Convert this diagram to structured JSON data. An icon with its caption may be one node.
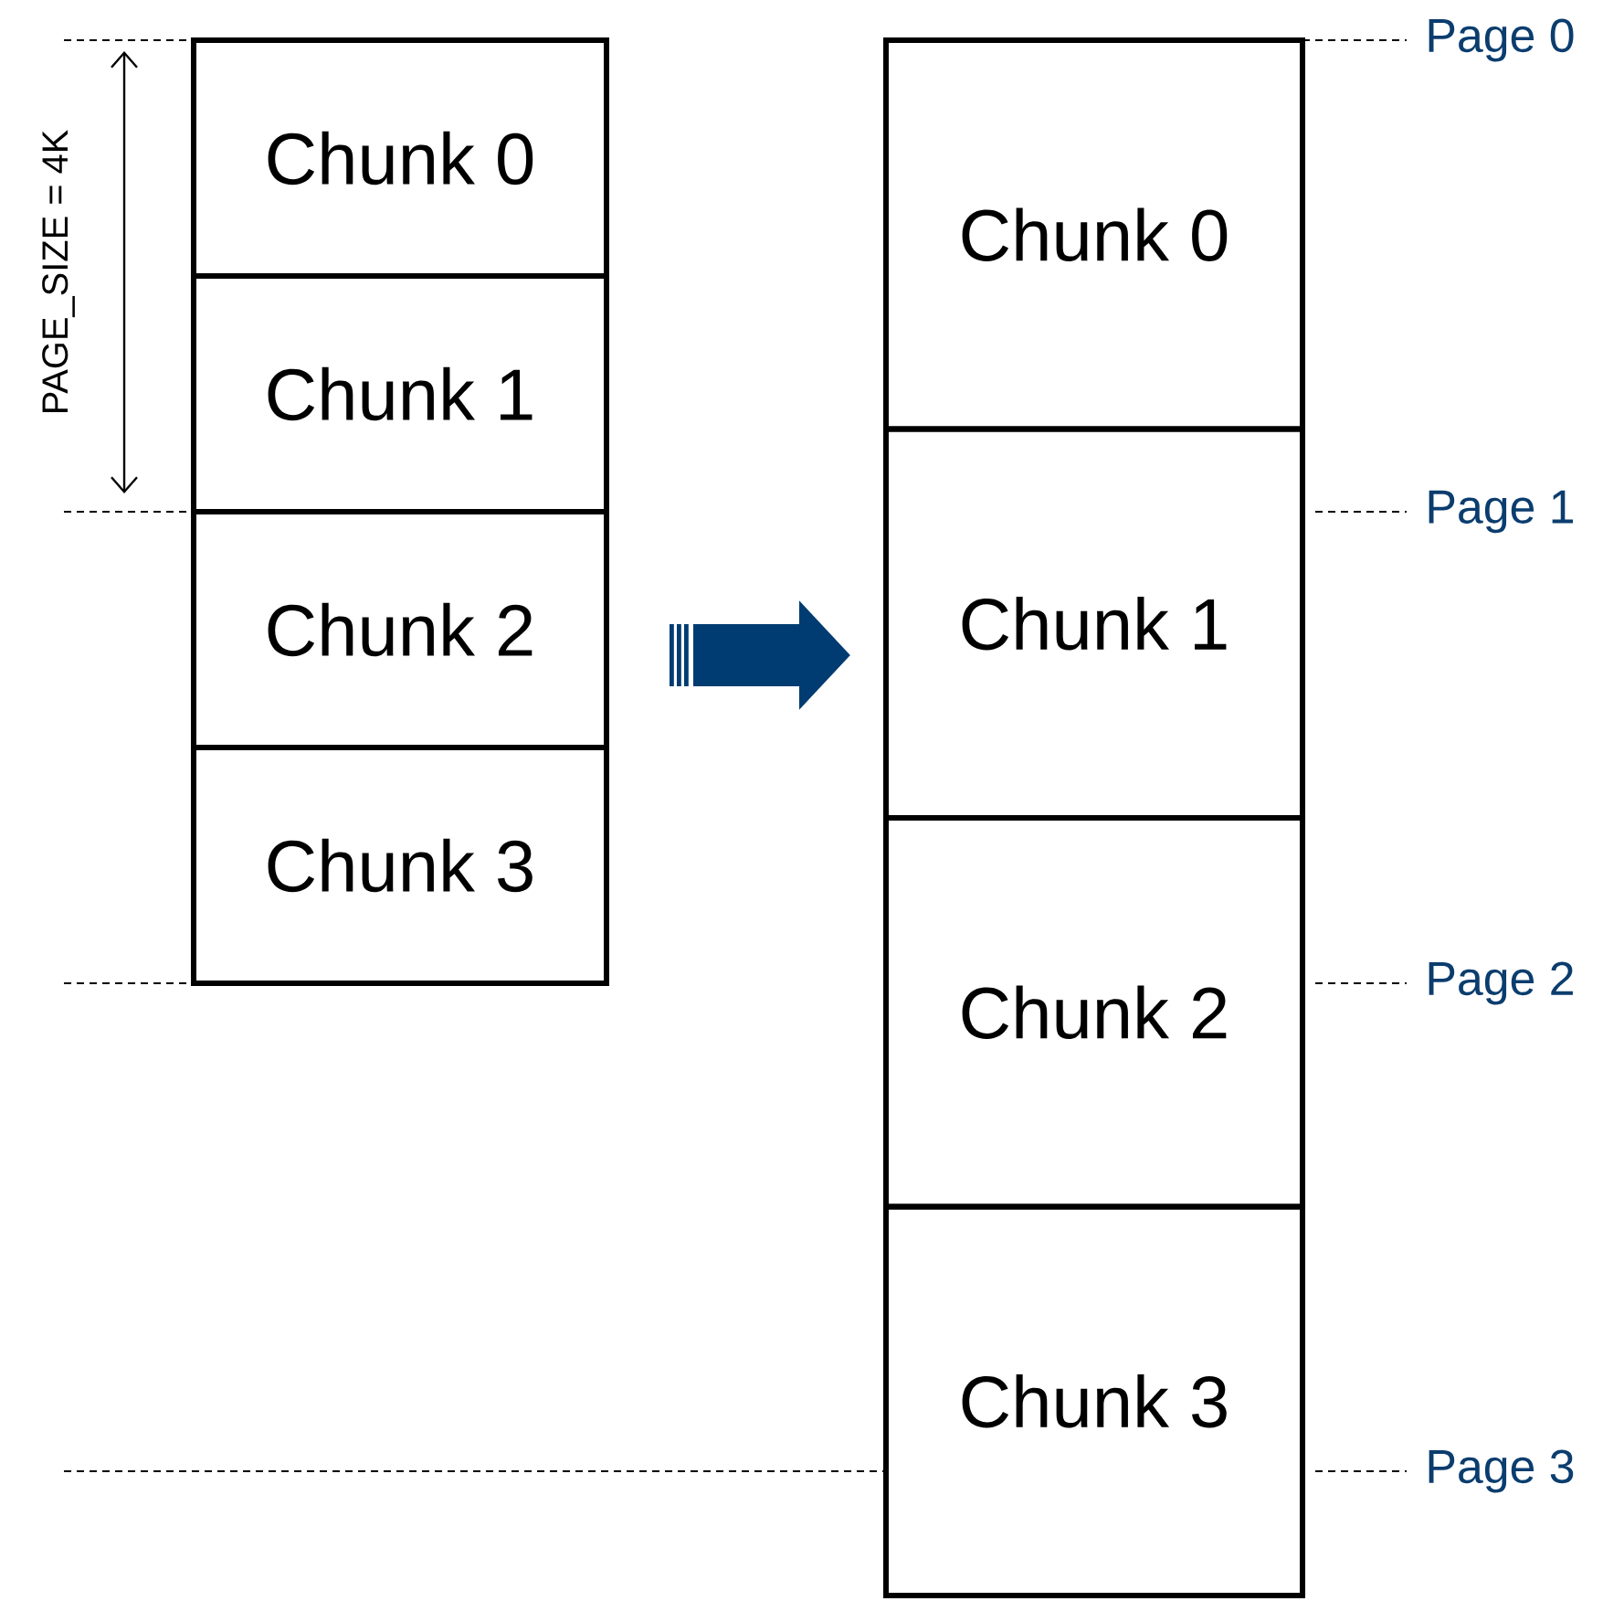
{
  "diagram": {
    "nodes": [
      {
        "text": [
          "Chunk 0"
        ]
      },
      {
        "text": [
          "Chunk 1"
        ]
      },
      {
        "text": [
          "Chunk 2"
        ]
      },
      {
        "text": [
          "Chunk 3"
        ]
      },
      {
        "text": [
          "Chunk 0"
        ]
      },
      {
        "text": [
          "Chunk 1"
        ]
      },
      {
        "text": [
          "Chunk 2"
        ]
      },
      {
        "text": [
          "Chunk 3"
        ]
      }
    ],
    "edges": [
      {
        "from": 2,
        "to": 5,
        "arrow": "to",
        "color": "#003c71"
      }
    ],
    "labels": [
      "PAGE_SIZE = 4K",
      "Page 0",
      "Page 1",
      "Page 2",
      "Page 3"
    ]
  }
}
